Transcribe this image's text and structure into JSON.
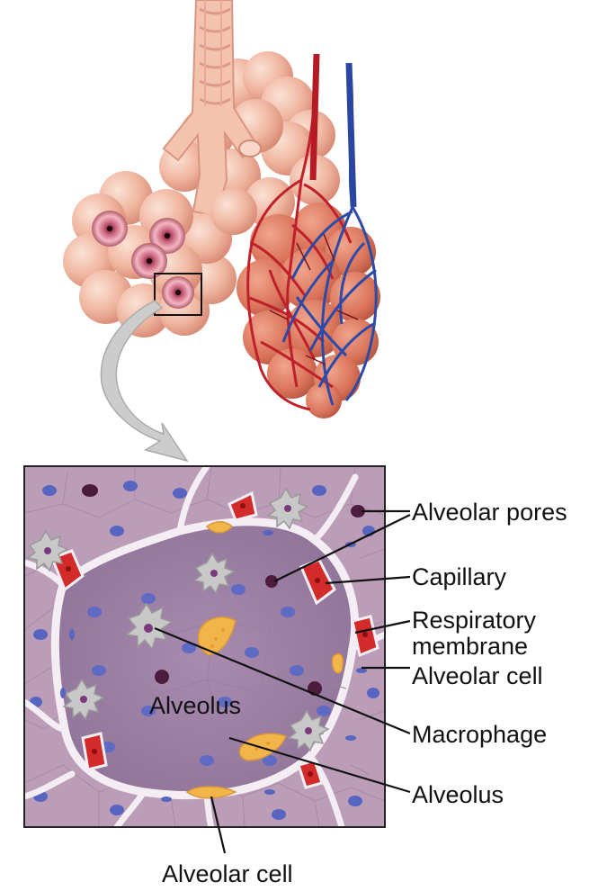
{
  "labels": {
    "alveolar_pores": "Alveolar pores",
    "capillary": "Capillary",
    "respiratory_membrane_line1": "Respiratory",
    "respiratory_membrane_line2": "membrane",
    "alveolar_cell_right": "Alveolar cell",
    "macrophage": "Macrophage",
    "alveolus_right": "Alveolus",
    "alveolus_inside": "Alveolus",
    "alveolar_cell_bottom": "Alveolar cell"
  },
  "colors": {
    "alveolus_tissue": "#f0b8a4",
    "alveolus_shadow": "#d98d78",
    "bronchiole": "#f3c9b7",
    "artery": "#c0202a",
    "vein": "#2c4aa8",
    "detail_background": "#b99bb6",
    "cell_wall": "#f4eef4",
    "erythrocyte": "#d32a2a",
    "macrophage": "#c8c8c8",
    "nucleus": "#5865c0",
    "pore": "#4b1c3d",
    "yellow_cell": "#f2b54a",
    "arrow": "#cccccc"
  }
}
